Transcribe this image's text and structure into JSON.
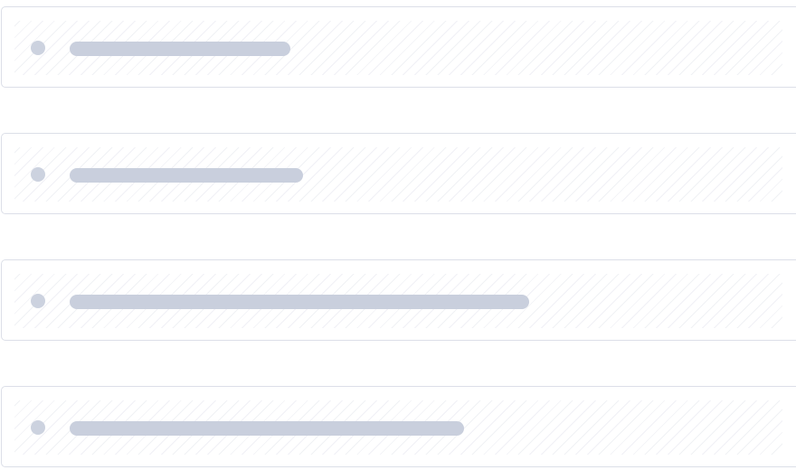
{
  "window": {
    "background": "#ffffff"
  },
  "skeleton": {
    "state": "loading",
    "card_border_color": "#dcdfe8",
    "hatch_color": "#f0f1f5",
    "placeholder_color": "#c9cfdd",
    "rows": [
      {
        "label": "",
        "placeholder_fill": 0.28
      },
      {
        "label": "",
        "placeholder_fill": 0.29
      },
      {
        "label": "",
        "placeholder_fill": 0.58
      },
      {
        "label": "",
        "placeholder_fill": 0.5
      }
    ]
  }
}
